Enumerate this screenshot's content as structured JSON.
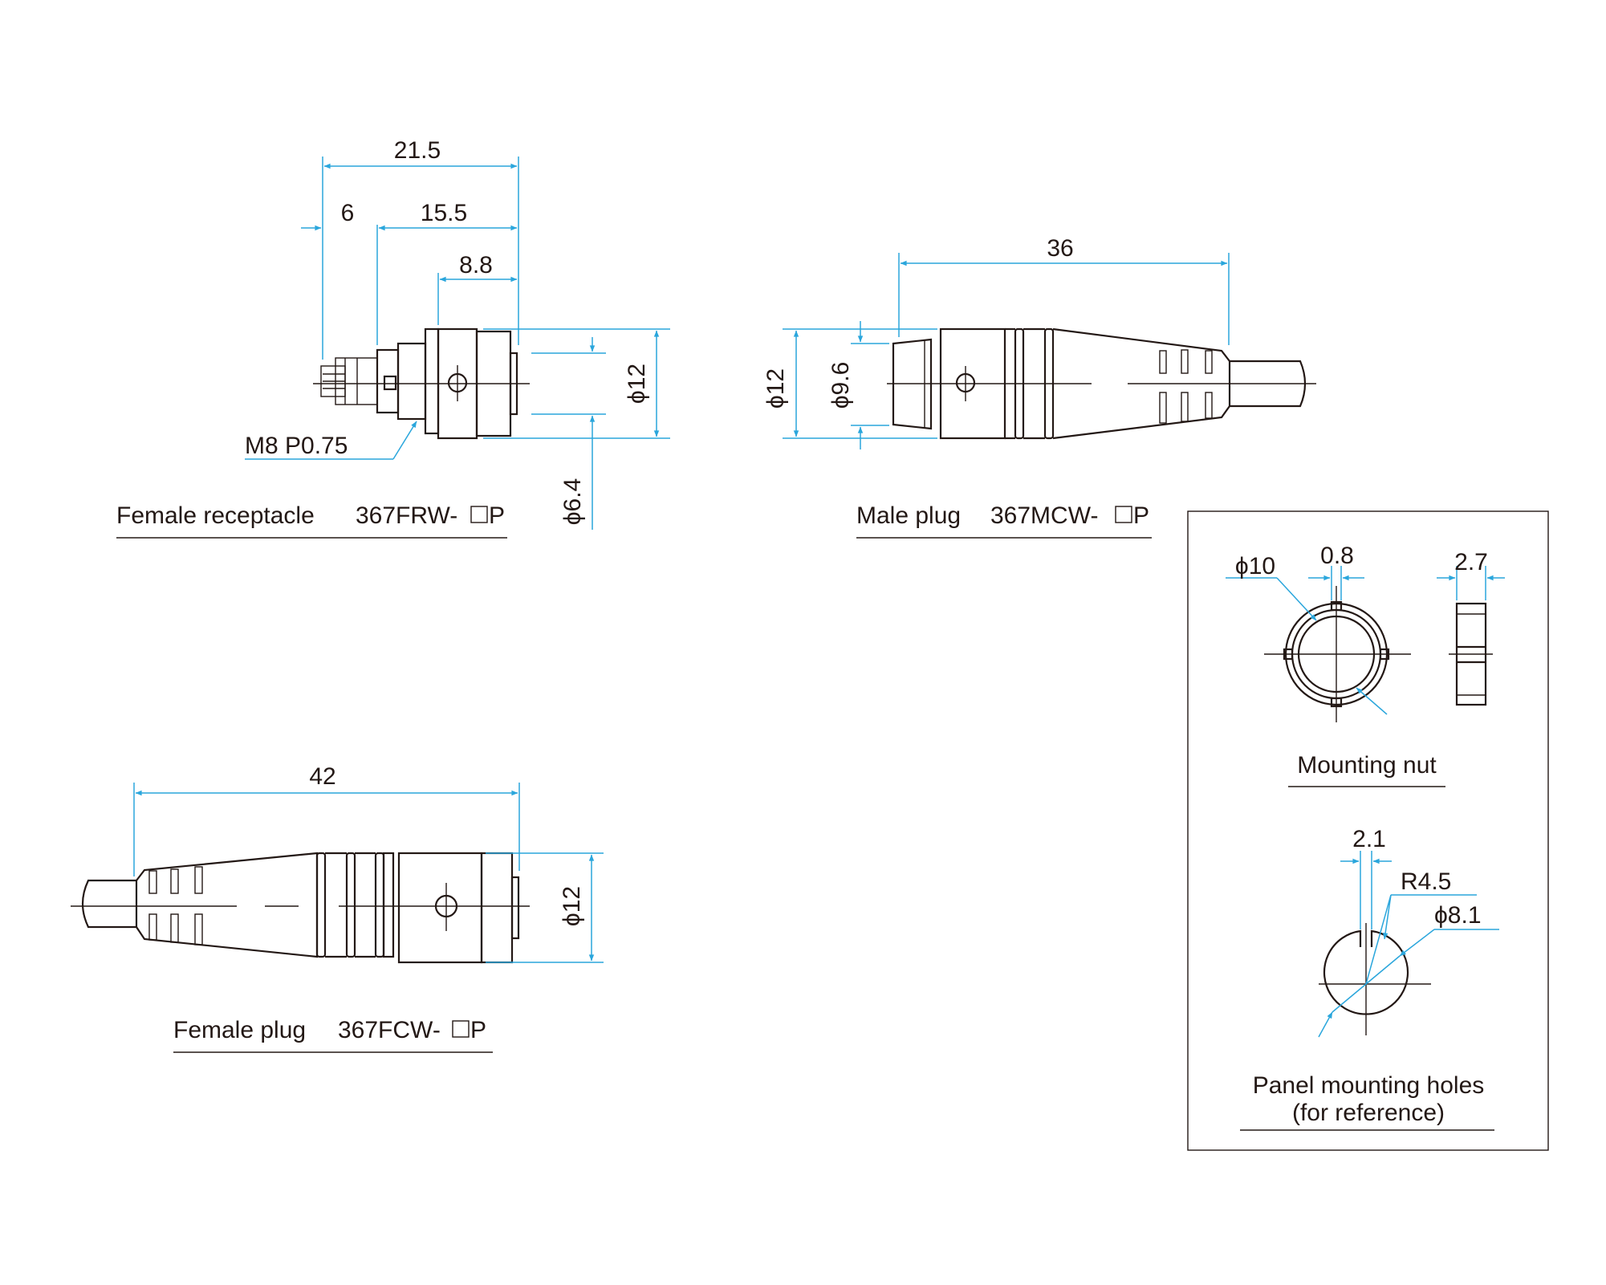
{
  "colors": {
    "outline": "#231815",
    "dimension": "#2aa6dc",
    "background": "#ffffff"
  },
  "female_receptacle": {
    "title": "Female receptacle",
    "model": "367FRW-",
    "model_suffix": "P",
    "dims": {
      "overall": "21.5",
      "a": "6",
      "b": "15.5",
      "c": "8.8",
      "thread": "M8 P0.75",
      "dia_body": "ϕ12",
      "dia_inner": "ϕ6.4"
    }
  },
  "male_plug": {
    "title": "Male plug",
    "model": "367MCW-",
    "model_suffix": "P",
    "dims": {
      "overall": "36",
      "dia_body": "ϕ12",
      "dia_nose": "ϕ9.6"
    }
  },
  "female_plug": {
    "title": "Female plug",
    "model": "367FCW-",
    "model_suffix": "P",
    "dims": {
      "overall": "42",
      "dia_body": "ϕ12"
    }
  },
  "mounting_nut": {
    "title": "Mounting nut",
    "dims": {
      "dia": "ϕ10",
      "slot": "0.8",
      "thickness": "2.7"
    }
  },
  "panel_holes": {
    "title_line1": "Panel mounting holes",
    "title_line2": "(for reference)",
    "dims": {
      "width": "2.1",
      "radius": "R4.5",
      "dia": "ϕ8.1"
    }
  }
}
